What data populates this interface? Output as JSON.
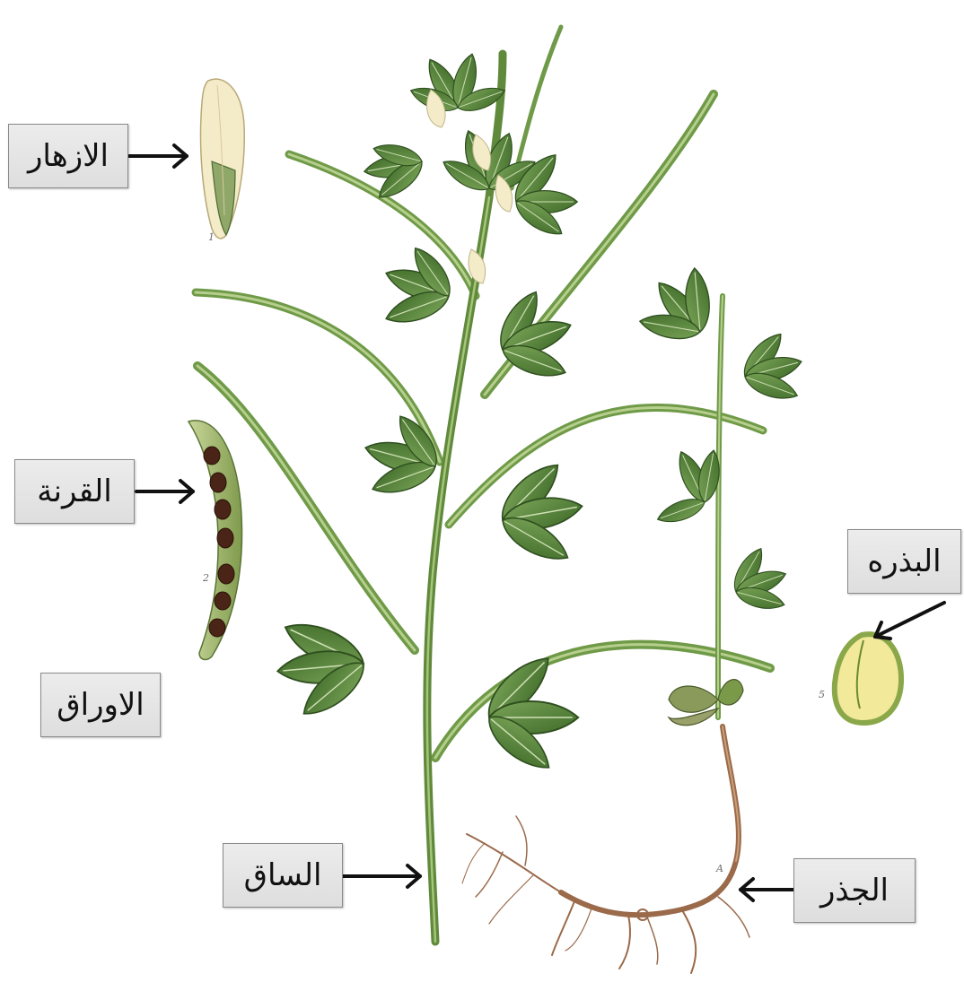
{
  "labels": {
    "flowers": "الازهار",
    "pod": "القرنة",
    "leaves": "الاوراق",
    "seed": "البذره",
    "stem": "الساق",
    "root": "الجذر"
  },
  "figure_numbers": {
    "flower": "1",
    "pod": "2",
    "seed": "5",
    "root": "A"
  },
  "colors": {
    "leaf": "#5a8a3a",
    "stem": "#6f9a48",
    "flower": "#f4ecc8",
    "pod": "#9fb56a",
    "seed_dark": "#4a2416",
    "root": "#9a6a4a",
    "seed_fill": "#f2e99a",
    "arrow": "#111111"
  }
}
